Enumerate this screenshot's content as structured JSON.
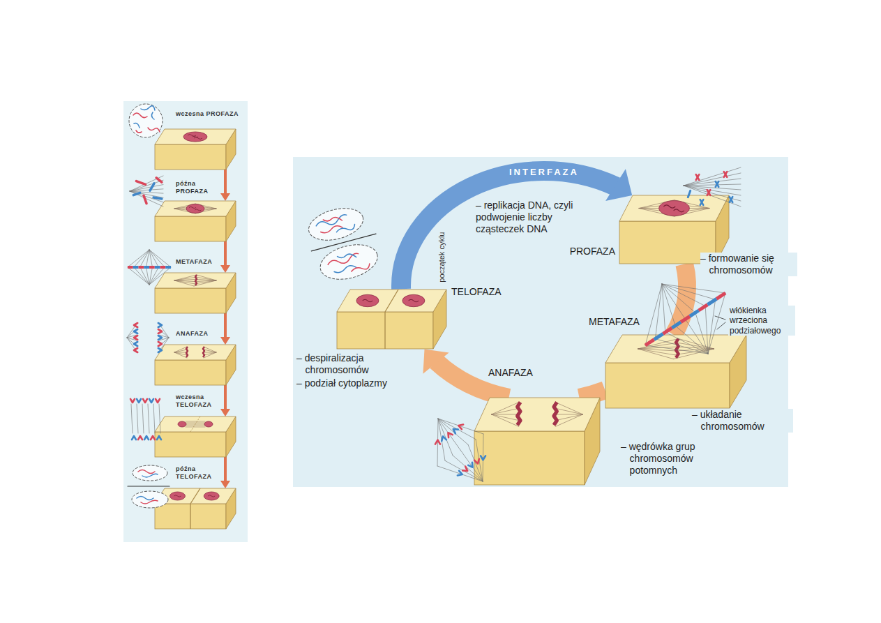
{
  "diagram": {
    "nodes": [
      {
        "text": [
          "wczesna PROFAZA"
        ]
      },
      {
        "text": [
          "późna PROFAZA"
        ]
      },
      {
        "text": [
          "METAFAZA"
        ]
      },
      {
        "text": [
          "ANAFAZA"
        ]
      },
      {
        "text": [
          "wczesna TELOFAZA"
        ]
      },
      {
        "text": [
          "późna TELOFAZA"
        ]
      },
      {
        "text": [
          "PROFAZA",
          "– formowanie się chromosomów"
        ]
      },
      {
        "text": [
          "METAFAZA",
          "– układanie chromosomów"
        ]
      },
      {
        "text": [
          "ANAFAZA",
          "– wędrówka grup chromosomów potomnych"
        ]
      },
      {
        "text": [
          "TELOFAZA",
          "– despiralizacja chromosomów",
          "– podział cytoplazmy"
        ]
      }
    ],
    "edges": [
      {
        "from": 0,
        "to": 1,
        "arrow": "to"
      },
      {
        "from": 1,
        "to": 2,
        "arrow": "to"
      },
      {
        "from": 2,
        "to": 3,
        "arrow": "to"
      },
      {
        "from": 3,
        "to": 4,
        "arrow": "to"
      },
      {
        "from": 4,
        "to": 5,
        "arrow": "to"
      },
      {
        "from": 6,
        "to": 7,
        "arrow": "none"
      },
      {
        "from": 7,
        "to": 8,
        "arrow": "none"
      },
      {
        "from": 8,
        "to": 9,
        "arrow": "to"
      },
      {
        "from": 9,
        "to": 6,
        "arrow": "to",
        "label": "INTERFAZA"
      }
    ],
    "labels": [
      "– replikacja DNA, czyli podwojenie liczby cząsteczek DNA",
      "początek cyklu",
      "włókienka wrzeciona podziałowego"
    ]
  }
}
